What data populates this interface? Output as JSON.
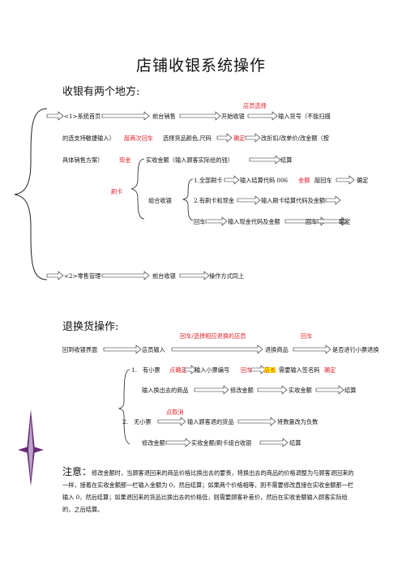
{
  "title": "店铺收银系统操作",
  "section1": {
    "heading": "收银有两个地方:",
    "store_select": "店员选择",
    "retail_sys": "<1>系统首页",
    "front_sale": "前台销售",
    "start_cash": "开始收银",
    "enter_sku": "输入货号（不能扫描",
    "line2_a": "的选支持敏捷输入）",
    "press_enter_twice": "敲两次回车",
    "choose_color": "选择货品颜色,尺码",
    "confirm": "确定",
    "change_disc": "改折扣/改单价/改金额（按",
    "line3_a": "具体销售方案）",
    "cash": "现金",
    "actual_amount": "实收金额（输入顾客实际给的钱）",
    "settle": "结算",
    "swipe_card": "刷卡",
    "combo_cash": "组合收银",
    "opt1_a": "1.全部刷卡",
    "opt1_b": "输入结算代码 006",
    "opt1_amount": "金额",
    "opt1_enter": "敲回车",
    "opt1_confirm": "确定",
    "opt2_a": "2.有刷卡和现金",
    "opt2_b": "输入刷卡结算代码及金额",
    "opt3_a": "回车",
    "opt3_b": "输入现金代码及金额",
    "opt3_c": "回车",
    "opt3_d": "确定",
    "retail_mgmt": "<2>零售管理",
    "front_cash": "前台收银",
    "pay_same": "操作方式同上"
  },
  "section2": {
    "heading": "退换货操作:",
    "enter_select": "回车/选择相应退换的店员",
    "enter2": "回车",
    "back_to_ui": "回到收银界面",
    "clerk_input": "店员输入",
    "return_goods": "退换商品",
    "need_receipt": "是否进行小票退换",
    "has_receipt": "1.　有小票",
    "click_confirm": "点确定",
    "input_receipt": "输入小票编号",
    "enter3": "回车",
    "store_manager": "店长",
    "need_sign": "需要输入签名码",
    "confirm2": "确定",
    "exchange_goods": "输入换出去的商品",
    "modify_amount": "修改金额",
    "actual_amount2": "实收金额",
    "settle2": "结算",
    "click_cancel": "点取消",
    "no_receipt": "2.　无小票",
    "input_return": "输入顾客退的货品",
    "qty_negative": "将数量改为负数",
    "modify_amount2": "修改金额",
    "actual_card_combo": "实收金额/刷卡组合收银",
    "settle3": "结算"
  },
  "note": {
    "lead": "注意：",
    "text": "修改金额时，当顾客退回来的商品价格比换出去的要贵，将换出去的商品的价格调整为与顾客退回来的一样，接着在实收金额那一栏输入金额为 0，然后结算；如果两个价格相等，则不需要修改直接在实收金额那一栏输入 0，然后结算；如果退回来的货品比换出去的价格低，则需要顾客补差价，然后在实收金额输入顾客实际给的，之后结算。"
  },
  "colors": {
    "accent_red": "#e0212b",
    "highlight": "#ffff00",
    "star_purple": "#6a2a78"
  }
}
